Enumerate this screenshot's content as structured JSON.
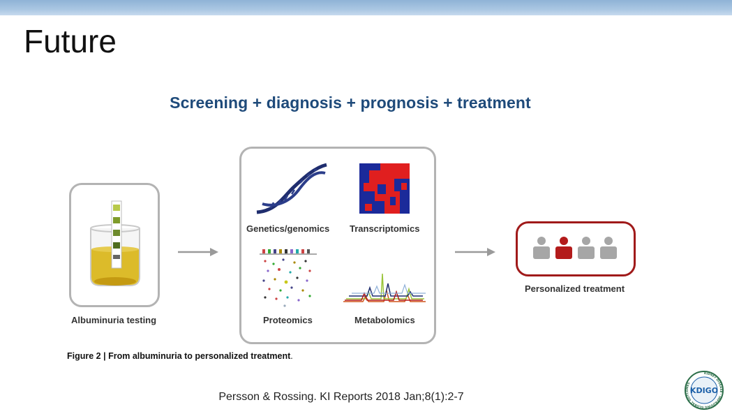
{
  "slide": {
    "title": "Future",
    "subtitle": "Screening + diagnosis + prognosis + treatment"
  },
  "diagram": {
    "stage1_label": "Albuminuria testing",
    "omics": {
      "genetics_label": "Genetics/genomics",
      "transcriptomics_label": "Transcriptomics",
      "proteomics_label": "Proteomics",
      "metabolomics_label": "Metabolomics"
    },
    "stage3_label": "Personalized treatment"
  },
  "caption": {
    "figure_number": "Figure 2",
    "separator": "|",
    "text": "From albuminuria to personalized treatment",
    "period": "."
  },
  "citation": "Persson & Rossing. KI Reports 2018 Jan;8(1):2-7",
  "logo": {
    "text": "KDIGO",
    "ring_text": "KIDNEY DISEASE · IMPROVING GLOBAL OUTCOMES"
  },
  "colors": {
    "title_blue": "#1e4a7a",
    "highlight_red": "#b31b1b",
    "person_gray": "#a6a6a6",
    "dna_navy": "#1f2d6e",
    "urine_yellow": "#d8b524"
  },
  "icons": [
    "beaker-dipstick-icon",
    "arrow-right-icon",
    "dna-helix-icon",
    "heatmap-icon",
    "proteomics-dots-icon",
    "spectra-icon",
    "people-icon",
    "kdigo-logo"
  ]
}
